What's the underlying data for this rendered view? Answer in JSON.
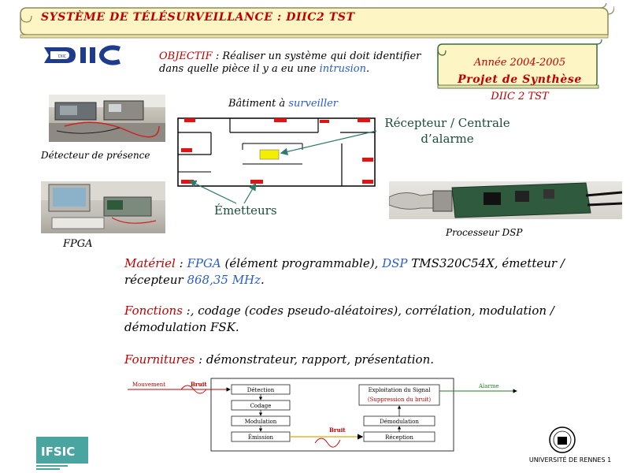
{
  "banner": {
    "title": "SYSTÈME DE TÉLÉSURVEILLANCE : DIIC2 TST"
  },
  "logos": {
    "diic": "DIIC",
    "ifsic": "IFSIC",
    "university": "UNIVERSITÉ DE RENNES 1"
  },
  "objective": {
    "label": "OBJECTIF",
    "text_before": " : Réaliser un système qui doit identifier dans quelle pièce il y a eu une ",
    "highlight": "intrusion",
    "text_after": "."
  },
  "year_box": {
    "year": "Année 2004-2005",
    "project": "Projet de Synthèse",
    "program": "DIIC 2 TST"
  },
  "building": {
    "title_prefix": "Bâtiment à ",
    "title_highlight": "surveiller",
    "receiver_label": "Récepteur / Centrale d’alarme",
    "emitters_label": "Émetteurs"
  },
  "captions": {
    "detector": "Détecteur de présence",
    "fpga": "FPGA",
    "dsp": "Processeur DSP"
  },
  "materiel": {
    "label": "Matériel",
    "sep": " : ",
    "fpga": "FPGA",
    "fpga_desc": " (élément programmable), ",
    "dsp": "DSP",
    "dsp_desc": " TMS320C54X, émetteur / récepteur  ",
    "freq": "868,35 MHz",
    "end": "."
  },
  "fonctions": {
    "label": "Fonctions",
    "text": " :, codage (codes pseudo-aléatoires), corrélation, modulation / démodulation FSK."
  },
  "fournitures": {
    "label": "Fournitures",
    "text": " : démonstrateur, rapport, présentation."
  },
  "diagram": {
    "input": "Mouvement",
    "noise_top": "Bruit",
    "noise_bottom": "Bruit",
    "output": "Alarme",
    "tx_blocks": [
      "Détection",
      "Codage",
      "Modulation",
      "Émission"
    ],
    "rx_blocks": [
      "Exploitation du Signal",
      "Démodulation",
      "Réception"
    ],
    "rx_sub": "(Suppression du bruit)"
  },
  "colors": {
    "accent_red": "#c00000",
    "accent_blue": "#2a5cc8",
    "label_green": "#1a4d3c",
    "scroll_fill": "#fdf6c4"
  }
}
